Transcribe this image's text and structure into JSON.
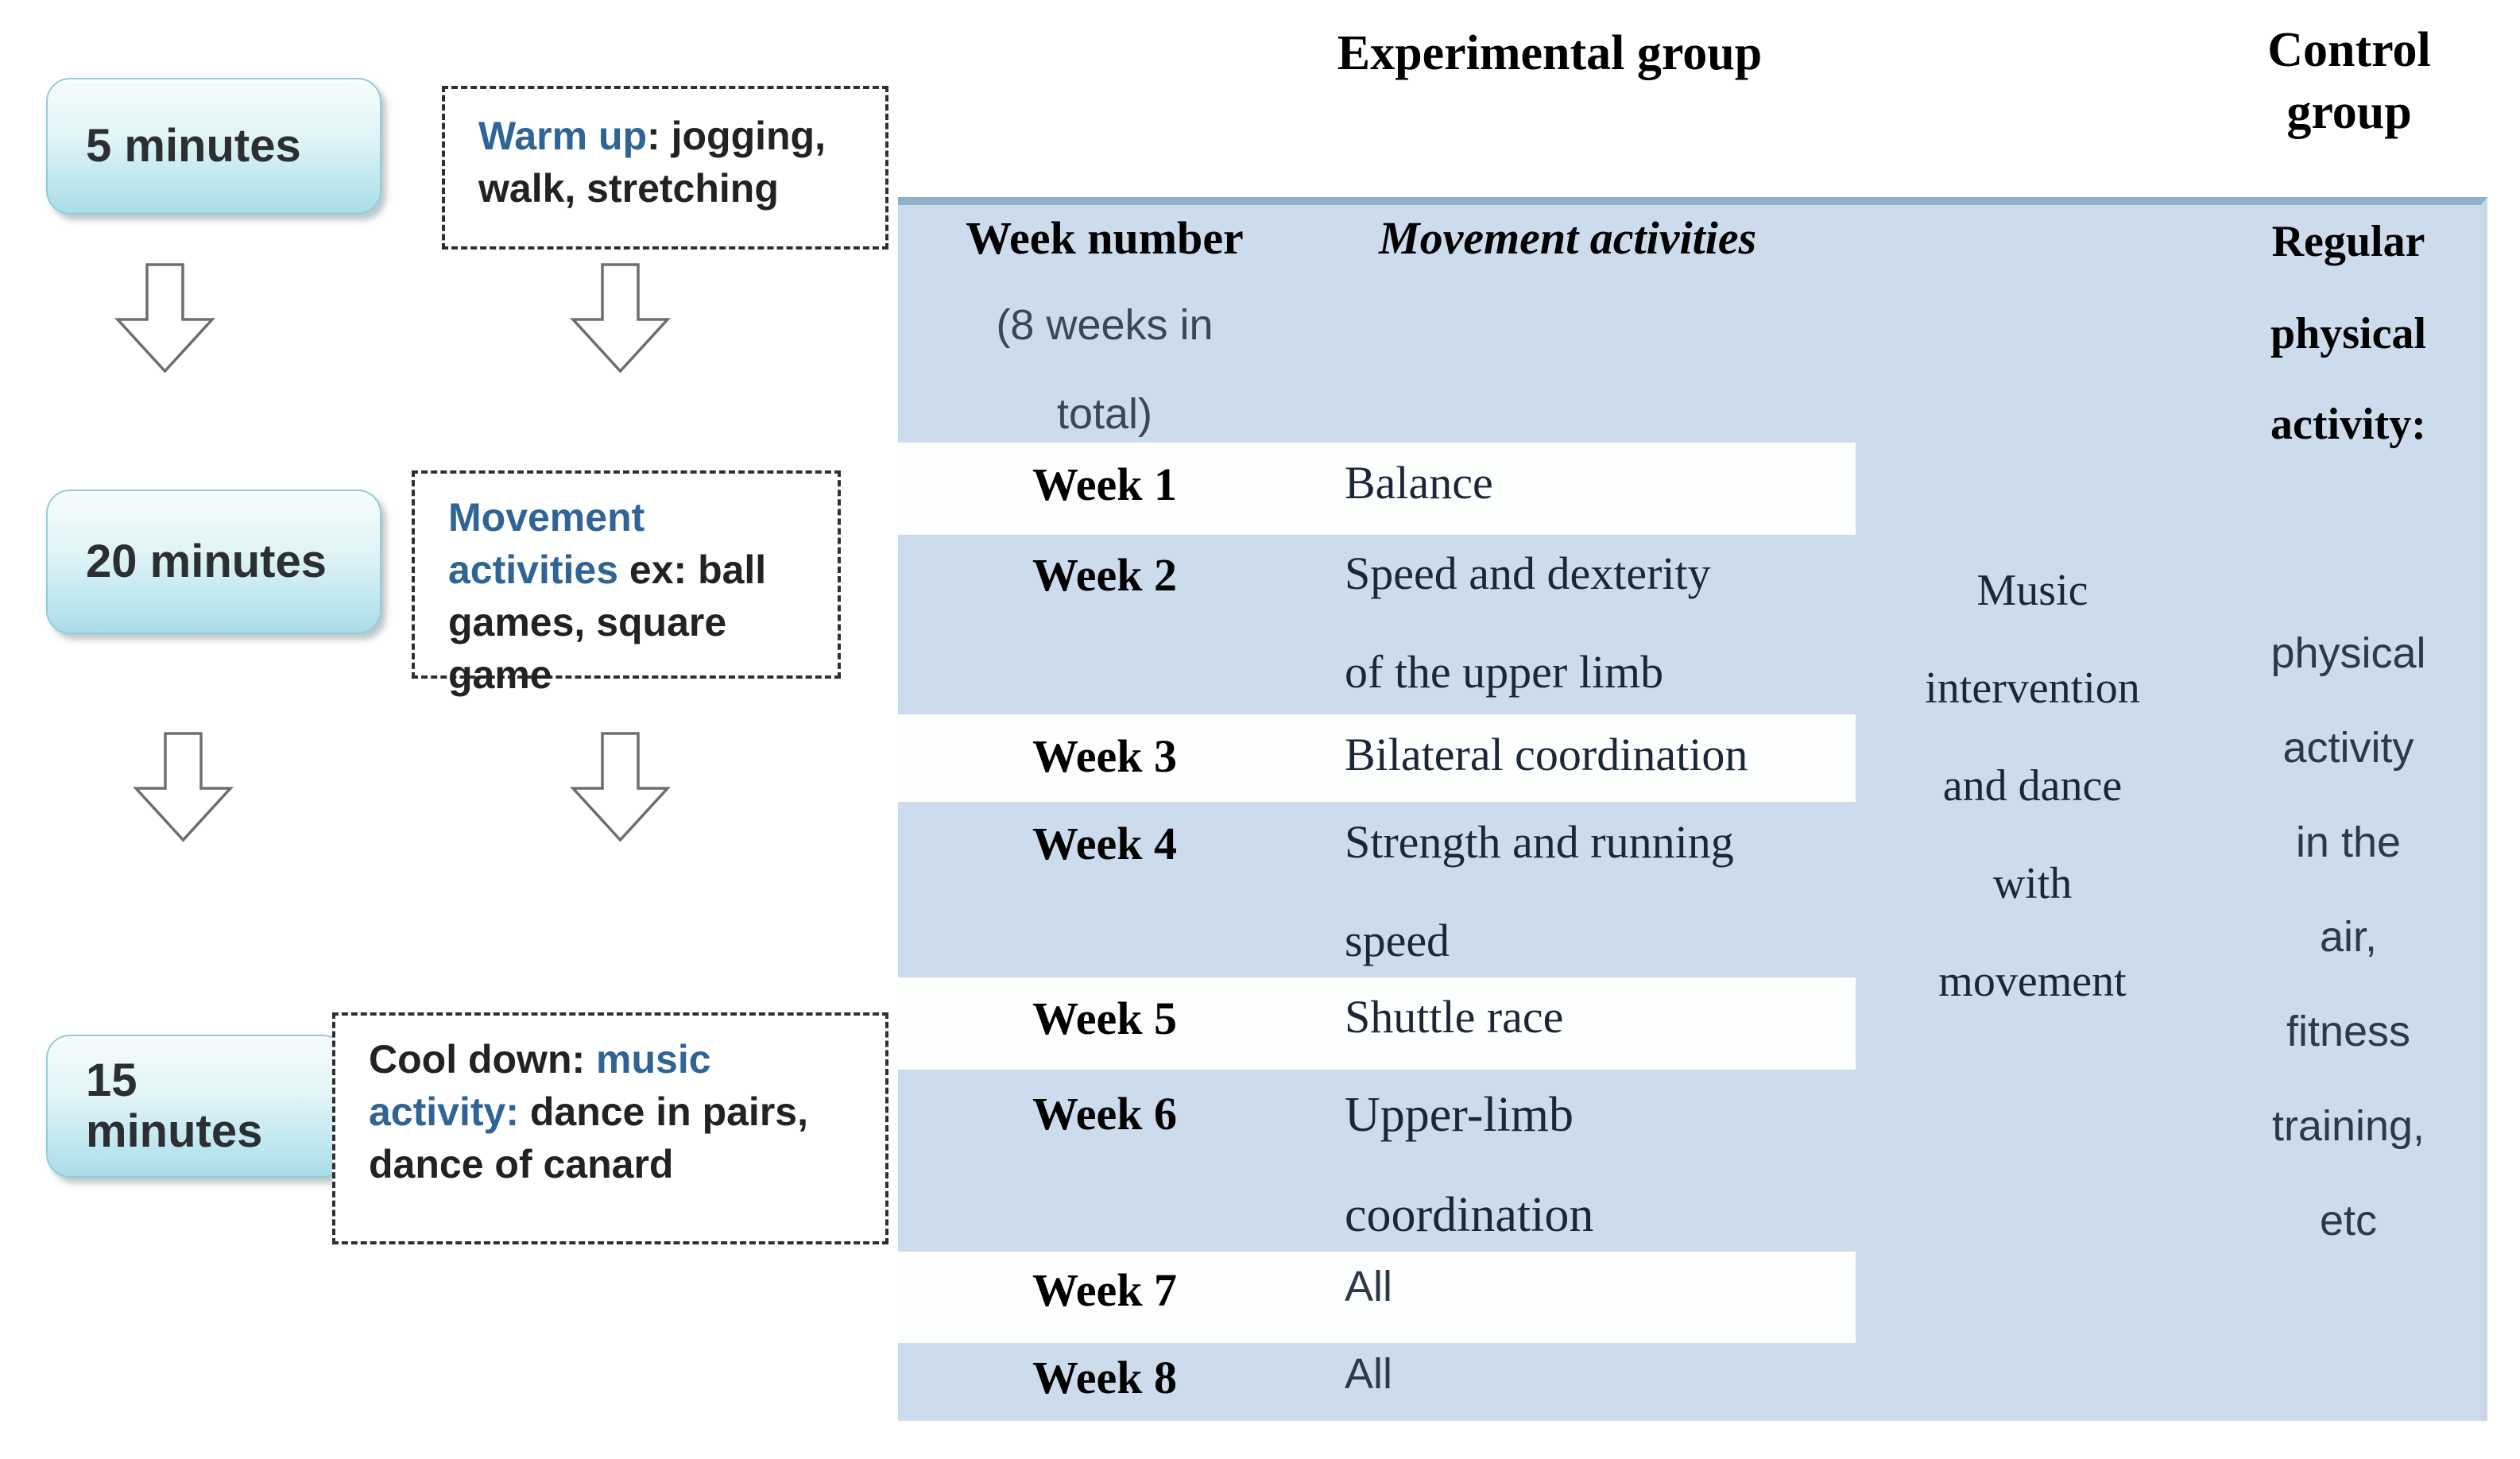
{
  "flow": {
    "box1": {
      "label": "5 minutes"
    },
    "box2": {
      "label": "20 minutes"
    },
    "box3": {
      "line1": "15",
      "line2": "minutes"
    },
    "warmup": {
      "l1a": "Warm up",
      "l1b": ": jogging,",
      "l2": "walk, stretching"
    },
    "movement": {
      "l1a": "Movement",
      "l2a": "activities",
      "l2b": " ex: ball",
      "l3": "games, square",
      "l4": "game"
    },
    "cooldown": {
      "l1a": "Cool down: ",
      "l1b": "music",
      "l2a": "activity:",
      "l2b": " dance in pairs,",
      "l3": "dance of canard"
    }
  },
  "table": {
    "title_experimental": "Experimental group",
    "title_control": {
      "l1": "Control",
      "l2": "group"
    },
    "header": {
      "week_number": "Week number",
      "note1": "(8 weeks in",
      "note2": "total)",
      "movement": "Movement activities",
      "regular1": "Regular",
      "regular2": "physical",
      "regular3": "activity:"
    },
    "rows": [
      {
        "week": "Week 1",
        "lines": [
          "Balance"
        ]
      },
      {
        "week": "Week 2",
        "lines": [
          "Speed and dexterity",
          "of the upper limb"
        ]
      },
      {
        "week": "Week 3",
        "lines": [
          "Bilateral coordination"
        ]
      },
      {
        "week": "Week 4",
        "lines": [
          "Strength and running",
          "speed"
        ]
      },
      {
        "week": "Week 5",
        "lines": [
          "Shuttle race"
        ]
      },
      {
        "week": "Week 6",
        "lines": [
          "Upper-limb",
          "coordination"
        ]
      },
      {
        "week": "Week 7",
        "lines": [
          "All"
        ]
      },
      {
        "week": "Week 8",
        "lines": [
          "All"
        ]
      }
    ],
    "music": [
      "Music",
      "intervention",
      "and dance",
      "with",
      "movement"
    ],
    "control": [
      "physical",
      "activity",
      "in the",
      "air,",
      "fitness",
      "training,",
      "etc"
    ]
  },
  "colors": {
    "accent_blue": "#2f6496",
    "table_blue": "#cddcec",
    "table_top_border": "#8fb0c9",
    "box_cyan": "#a9dde8",
    "arrow_stroke": "#6e6e6e"
  }
}
